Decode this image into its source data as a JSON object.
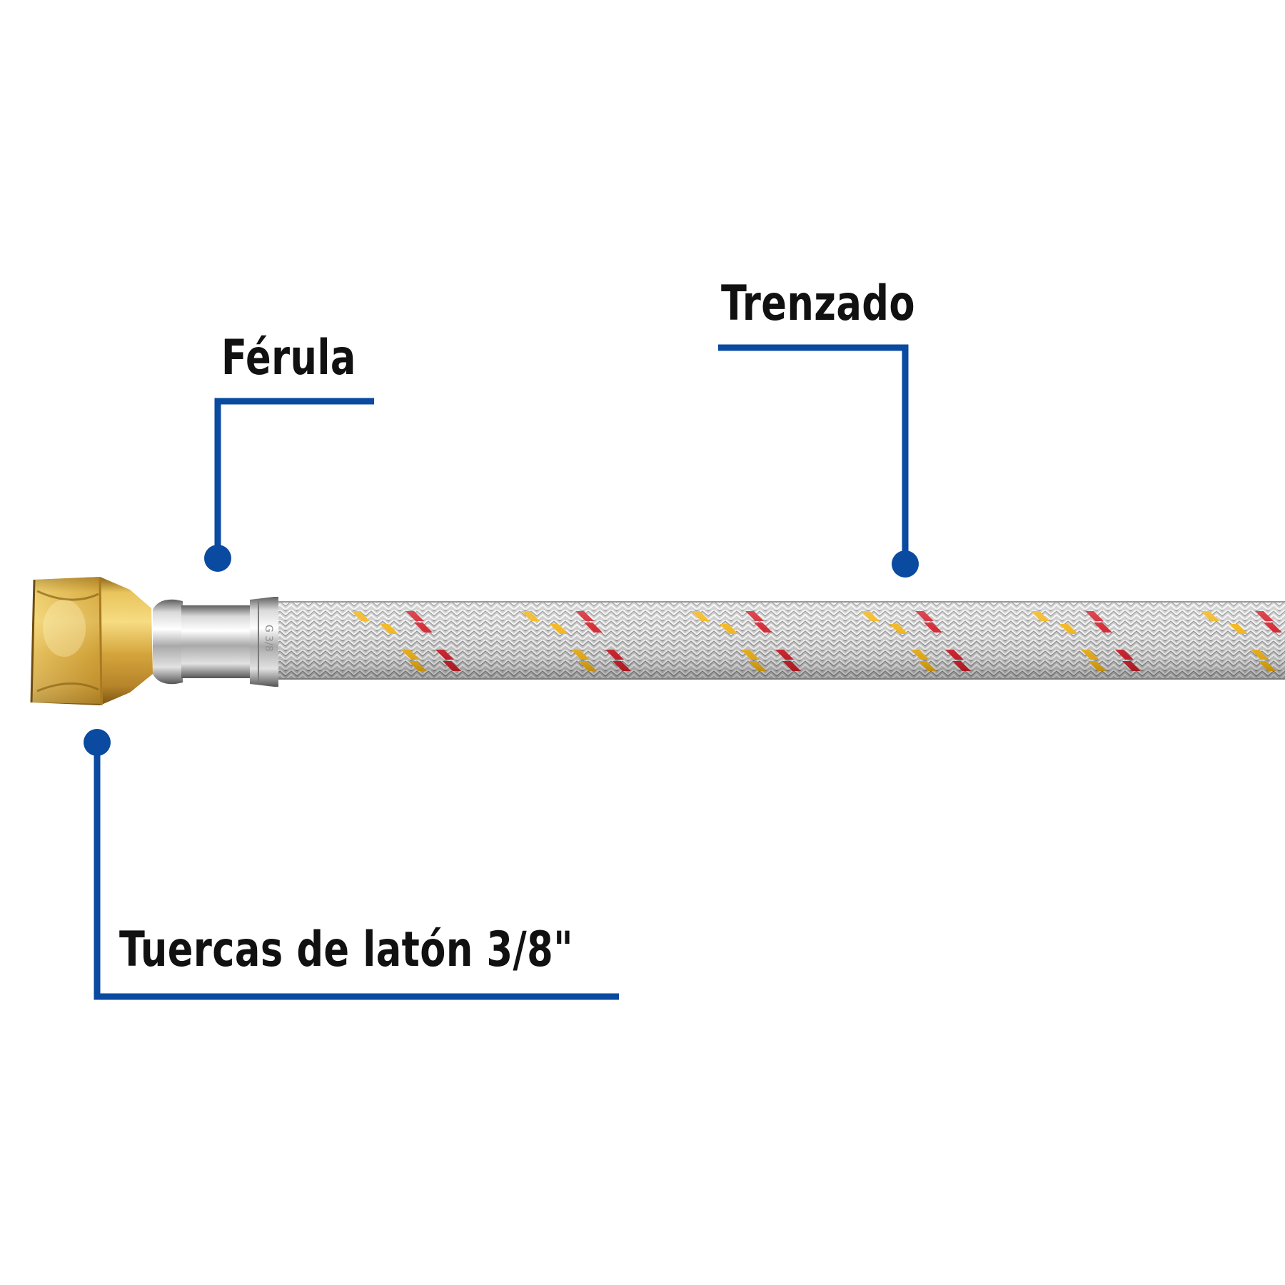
{
  "callouts": {
    "ferula": {
      "text": "Férula"
    },
    "trenzado": {
      "text": "Trenzado"
    },
    "tuercas": {
      "text": "Tuercas de latón 3/8\""
    }
  },
  "colors": {
    "callout_blue": "#0a4aa0",
    "brass": "#d7a93a",
    "steel": "#c9c9c9",
    "braid_red": "#d3242f",
    "braid_yellow": "#f2b51b"
  },
  "icons": {
    "brass_nut": "brass-nut-icon",
    "ferrule": "ferrule-icon",
    "braided_hose": "braided-hose-icon"
  }
}
